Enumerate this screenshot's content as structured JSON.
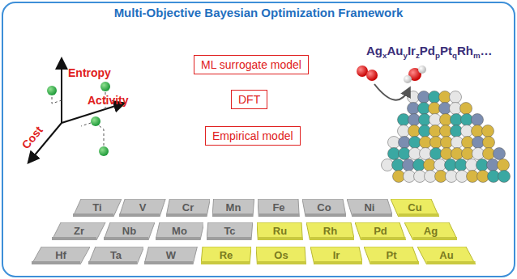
{
  "diagram": {
    "title": "Multi-Objective Bayesian Optimization Framework",
    "nodes": [
      {
        "text": [
          "ML surrogate model"
        ]
      },
      {
        "text": [
          "DFT"
        ]
      },
      {
        "text": [
          "Empirical model"
        ]
      },
      {
        "text": [
          "Ti"
        ]
      },
      {
        "text": [
          "V"
        ]
      },
      {
        "text": [
          "Cr"
        ]
      },
      {
        "text": [
          "Mn"
        ]
      },
      {
        "text": [
          "Fe"
        ]
      },
      {
        "text": [
          "Co"
        ]
      },
      {
        "text": [
          "Ni"
        ]
      },
      {
        "text": [
          "Cu"
        ]
      },
      {
        "text": [
          "Zr"
        ]
      },
      {
        "text": [
          "Nb"
        ]
      },
      {
        "text": [
          "Mo"
        ]
      },
      {
        "text": [
          "Tc"
        ]
      },
      {
        "text": [
          "Ru"
        ]
      },
      {
        "text": [
          "Rh"
        ]
      },
      {
        "text": [
          "Pd"
        ]
      },
      {
        "text": [
          "Ag"
        ]
      },
      {
        "text": [
          "Hf"
        ]
      },
      {
        "text": [
          "Ta"
        ]
      },
      {
        "text": [
          "W"
        ]
      },
      {
        "text": [
          "Re"
        ]
      },
      {
        "text": [
          "Os"
        ]
      },
      {
        "text": [
          "Ir"
        ]
      },
      {
        "text": [
          "Pt"
        ]
      },
      {
        "text": [
          "Au"
        ]
      }
    ],
    "labels": [
      "Entropy",
      "Activity",
      "Cost",
      "AgxAuyIrzPdpPtqRhm…"
    ]
  }
}
